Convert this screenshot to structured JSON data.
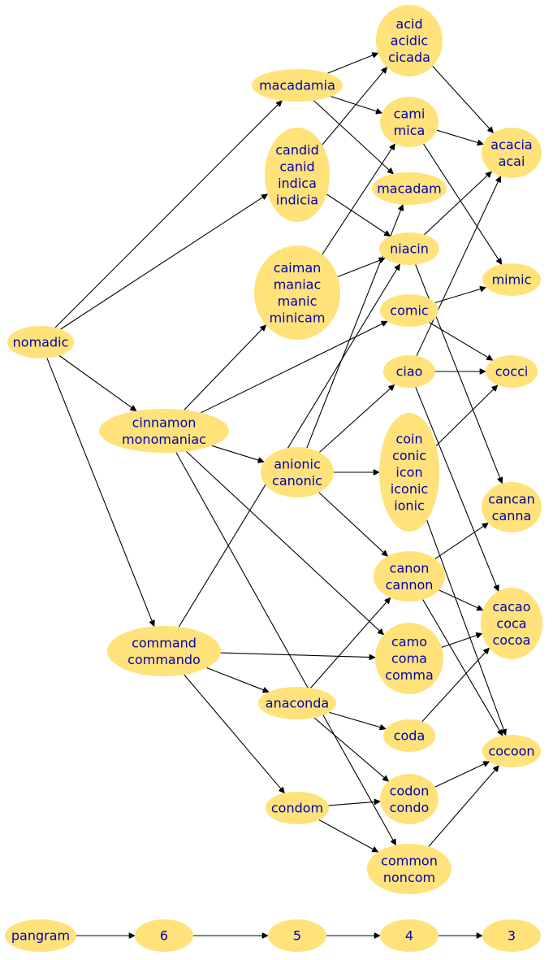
{
  "colors": {
    "node_fill": "#ffe27a",
    "label_text": "#0000b0",
    "edge": "#000000",
    "background": "#ffffff"
  },
  "nodes": {
    "acid": [
      "acid",
      "acidic",
      "cicada"
    ],
    "macadamia": [
      "macadamia"
    ],
    "cami": [
      "cami",
      "mica"
    ],
    "acacia": [
      "acacia",
      "acai"
    ],
    "candid": [
      "candid",
      "canid",
      "indica",
      "indicia"
    ],
    "macadam": [
      "macadam"
    ],
    "niacin": [
      "niacin"
    ],
    "caiman": [
      "caiman",
      "maniac",
      "manic",
      "minicam"
    ],
    "mimic": [
      "mimic"
    ],
    "comic": [
      "comic"
    ],
    "nomadic": [
      "nomadic"
    ],
    "ciao": [
      "ciao"
    ],
    "cocci": [
      "cocci"
    ],
    "cinnamon": [
      "cinnamon",
      "monomaniac"
    ],
    "coin": [
      "coin",
      "conic",
      "icon",
      "iconic",
      "ionic"
    ],
    "anionic": [
      "anionic",
      "canonic"
    ],
    "cancan": [
      "cancan",
      "canna"
    ],
    "canon": [
      "canon",
      "cannon"
    ],
    "cacao": [
      "cacao",
      "coca",
      "cocoa"
    ],
    "command": [
      "command",
      "commando"
    ],
    "camo": [
      "camo",
      "coma",
      "comma"
    ],
    "anaconda": [
      "anaconda"
    ],
    "coda": [
      "coda"
    ],
    "cocoon": [
      "cocoon"
    ],
    "codon": [
      "codon",
      "condo"
    ],
    "condom": [
      "condom"
    ],
    "common": [
      "common",
      "noncom"
    ],
    "pangram": [
      "pangram"
    ],
    "n6": [
      "6"
    ],
    "n5": [
      "5"
    ],
    "n4": [
      "4"
    ],
    "n3": [
      "3"
    ]
  },
  "edges": [
    [
      "macadamia",
      "acid"
    ],
    [
      "macadamia",
      "cami"
    ],
    [
      "macadamia",
      "macadam"
    ],
    [
      "acid",
      "acacia"
    ],
    [
      "cami",
      "acacia"
    ],
    [
      "cami",
      "mimic"
    ],
    [
      "candid",
      "acid"
    ],
    [
      "candid",
      "niacin"
    ],
    [
      "niacin",
      "acacia"
    ],
    [
      "niacin",
      "cancan"
    ],
    [
      "caiman",
      "cami"
    ],
    [
      "caiman",
      "niacin"
    ],
    [
      "comic",
      "mimic"
    ],
    [
      "comic",
      "cocci"
    ],
    [
      "nomadic",
      "macadamia"
    ],
    [
      "nomadic",
      "candid"
    ],
    [
      "nomadic",
      "cinnamon"
    ],
    [
      "nomadic",
      "command"
    ],
    [
      "ciao",
      "acacia"
    ],
    [
      "ciao",
      "cocci"
    ],
    [
      "ciao",
      "cacao"
    ],
    [
      "cinnamon",
      "caiman"
    ],
    [
      "cinnamon",
      "comic"
    ],
    [
      "cinnamon",
      "anionic"
    ],
    [
      "cinnamon",
      "camo"
    ],
    [
      "cinnamon",
      "common"
    ],
    [
      "anionic",
      "macadam"
    ],
    [
      "anionic",
      "ciao"
    ],
    [
      "anionic",
      "coin"
    ],
    [
      "anionic",
      "canon"
    ],
    [
      "coin",
      "cocci"
    ],
    [
      "coin",
      "cocoon"
    ],
    [
      "canon",
      "cancan"
    ],
    [
      "canon",
      "cacao"
    ],
    [
      "canon",
      "cocoon"
    ],
    [
      "command",
      "niacin"
    ],
    [
      "command",
      "camo"
    ],
    [
      "command",
      "anaconda"
    ],
    [
      "command",
      "condom"
    ],
    [
      "camo",
      "cacao"
    ],
    [
      "anaconda",
      "canon"
    ],
    [
      "anaconda",
      "coda"
    ],
    [
      "anaconda",
      "codon"
    ],
    [
      "coda",
      "cacao"
    ],
    [
      "codon",
      "cocoon"
    ],
    [
      "condom",
      "codon"
    ],
    [
      "condom",
      "common"
    ],
    [
      "common",
      "cocoon"
    ],
    [
      "pangram",
      "n6"
    ],
    [
      "n6",
      "n5"
    ],
    [
      "n5",
      "n4"
    ],
    [
      "n4",
      "n3"
    ]
  ]
}
